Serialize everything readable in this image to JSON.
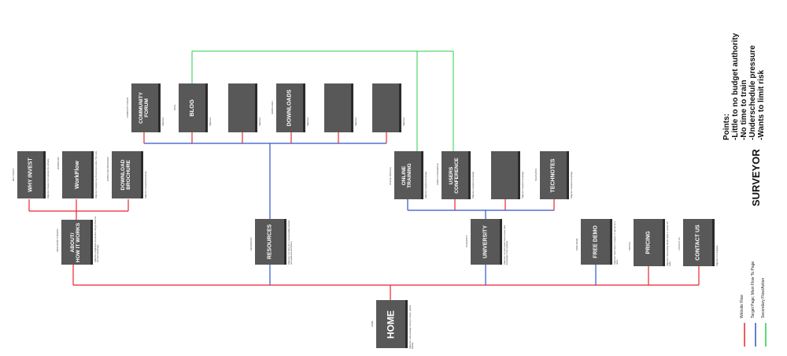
{
  "persona": {
    "name": "SURVEYOR",
    "points_title": "Points:",
    "points": [
      "-Little to no budget authority",
      "-No time to train",
      "-Underschedule pressure",
      "-Wants to limit risk"
    ]
  },
  "legend": [
    {
      "label": "Website Flow",
      "color": "#e8242d"
    },
    {
      "label": "Target Page; Main Flow To Page.",
      "color": "#2e56c6"
    },
    {
      "label": "Secondary Flow/Action",
      "color": "#2ecc48"
    }
  ],
  "colors": {
    "red": "#e8242d",
    "blue": "#2e56c6",
    "green": "#2ecc48",
    "box": "#585858"
  },
  "nodes": {
    "home": {
      "label": "HOME",
      "kicker": "HOME",
      "objective": "Objective: Acknowledge Surveyor needs, quickly identify"
    },
    "about": {
      "label": "ABOUT/\nHOW IT WORKS",
      "kicker": "ABOUT/HOW IT WORKS",
      "objective": "Objective: Emphasize the product and get them for the next Advantage"
    },
    "why_invest": {
      "label": "WHY INVEST",
      "kicker": "WHY INVEST",
      "objective": "Objective: Reason for reducing the software"
    },
    "workflow": {
      "label": "WorkFlow",
      "kicker": "WORKFLOW",
      "objective": "Objective: Explain how the process works. The tools"
    },
    "download_brochure": {
      "label": "DOWNLOAD\nBROCHURE",
      "kicker": "DOWNLOAD BROCHURE",
      "objective": "Objective: Download brochure"
    },
    "resources": {
      "label": "RESOURCES",
      "kicker": "RESOURCES",
      "objective": "Objective: Let them get to downloadable material and additional information"
    },
    "community_forum": {
      "label": "COMMUNITY\nFORUM",
      "kicker": "COMMUNITY FORUM",
      "objective": "Objective:"
    },
    "blog": {
      "label": "BLOG",
      "kicker": "BLOG",
      "objective": "Objective:"
    },
    "blank_a": {
      "label": "",
      "kicker": "",
      "objective": "Objective:"
    },
    "downloads": {
      "label": "DOWNLOADS",
      "kicker": "DOWNLOADS",
      "objective": "Objective:"
    },
    "blank_b": {
      "label": "",
      "kicker": "",
      "objective": "Objective:"
    },
    "blank_c": {
      "label": "",
      "kicker": "",
      "objective": "Objective:"
    },
    "university": {
      "label": "UNIVERSITY",
      "kicker": "UNIVERSITY",
      "objective": "Objective: Let them learn and increase their knowledge of the software"
    },
    "online_training": {
      "label": "ONLINE\nTRAINING",
      "kicker": "ONLINE TRAINING",
      "objective": "Objective: Expand knowledge"
    },
    "users_conference": {
      "label": "USERS\nCONFERENCE",
      "kicker": "USERS CONFERENCE",
      "objective": "Objective: Expand knowledge"
    },
    "blank_d": {
      "label": "",
      "kicker": "",
      "objective": "Objective: Expand knowledge"
    },
    "technotes": {
      "label": "TECHNOTES",
      "kicker": "TECHNOTES",
      "objective": "Objective: Expand knowledge"
    },
    "free_demo": {
      "label": "FREE DEMO",
      "kicker": "FREE DEMO",
      "objective": "Objective: Allow them to request to sign up for a demo"
    },
    "pricing": {
      "label": "PRICING",
      "kicker": "PRICING",
      "objective": "Objective: Showcasing Model / path to contact for sales"
    },
    "contact_us": {
      "label": "CONTACT US",
      "kicker": "CONTACT US",
      "objective": "Objective: For inquiries"
    }
  }
}
